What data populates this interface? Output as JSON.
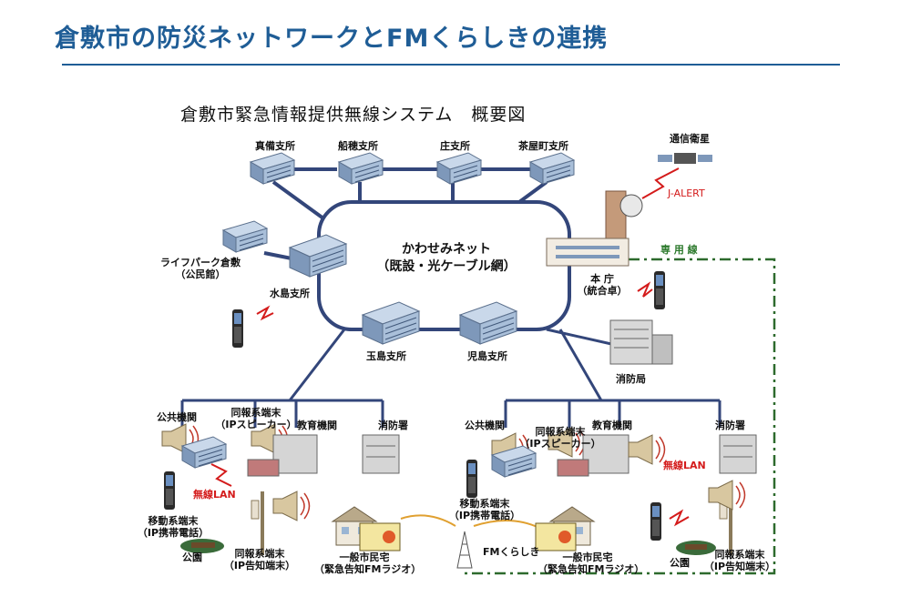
{
  "title": "倉敷市の防災ネットワークとFMくらしきの連携",
  "diagram_title": "倉敷市緊急情報提供無線システム　概要図",
  "branches": {
    "mabi": "真備支所",
    "funao": "船穂支所",
    "sho": "庄支所",
    "chayamachi": "茶屋町支所",
    "lifepark": "ライフパーク倉敷",
    "lifepark_sub": "（公民館）",
    "mizushima": "水島支所",
    "tamashima": "玉島支所",
    "kojima": "児島支所",
    "fire_hq": "消防局"
  },
  "network": {
    "name": "かわせみネット",
    "sub": "（既設・光ケーブル網）"
  },
  "hq": {
    "name": "本 庁",
    "sub": "（統合卓）",
    "satellite": "通信衛星",
    "jalert": "J-ALERT",
    "dedicated_line": "専 用 線"
  },
  "left_group": {
    "public": "公共機関",
    "broadcast": "同報系端末",
    "broadcast_sub": "（IPスピーカー）",
    "education": "教育機関",
    "fire_station": "消防署",
    "wireless_lan": "無線LAN",
    "mobile": "移動系端末",
    "mobile_sub": "（IP携帯電話）",
    "park": "公園",
    "notify": "同報系端末",
    "notify_sub": "（IP告知端末）"
  },
  "right_group": {
    "public": "公共機関",
    "broadcast": "同報系端末",
    "broadcast_sub": "（IPスピーカー）",
    "education": "教育機関",
    "fire_station": "消防署",
    "wireless_lan": "無線LAN",
    "mobile": "移動系端末",
    "mobile_sub": "（IP携帯電話）",
    "park": "公園",
    "notify": "同報系端末",
    "notify_sub": "（IP告知端末）"
  },
  "homes": {
    "left": "一般市民宅",
    "left_sub": "（緊急告知FMラジオ）",
    "right": "一般市民宅",
    "right_sub": "（緊急告知FMラジオ）",
    "fm": "FMくらしき"
  },
  "colors": {
    "title": "#1f5d96",
    "network_line": "#33467a",
    "dedicated_line": "#2d6a2d",
    "alert_red": "#d41b1b",
    "building_blue": "#8fa9c8"
  }
}
